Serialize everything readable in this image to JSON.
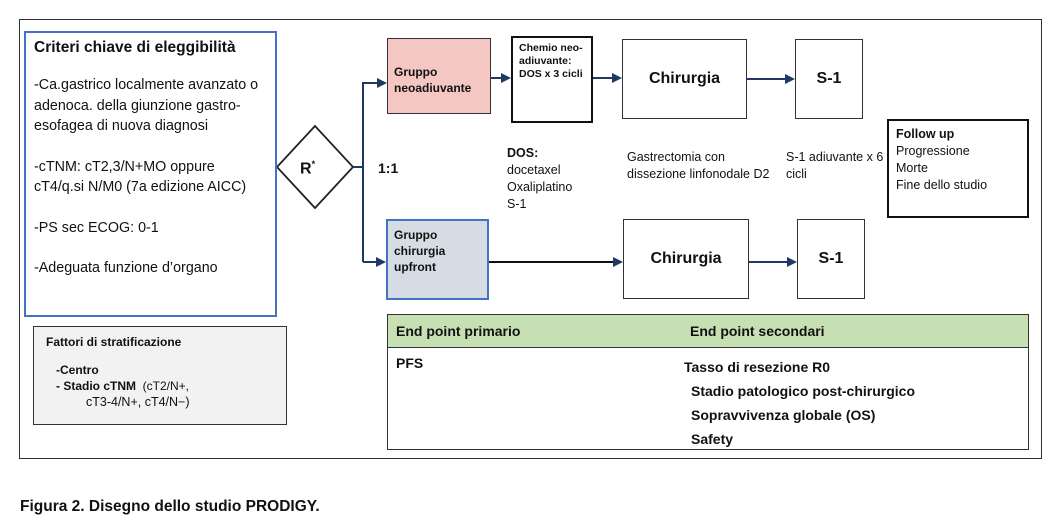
{
  "eligibility": {
    "title": "Criteri chiave di eleggibilità",
    "items": [
      "-Ca.gastrico localmente avanzato o adenoca. della giunzione gastro-esofagea di nuova diagnosi",
      "-cTNM: cT2,3/N+MO oppure cT4/q.si N/M0 (7a edizione AICC)",
      "-PS sec ECOG: 0-1",
      "-Adeguata funzione d’organo"
    ]
  },
  "stratification": {
    "title": "Fattori di stratificazione",
    "item1": "-Centro",
    "item2_label": "- Stadio cTNM",
    "item2_detail1": "(cT2/N+,",
    "item2_detail2": "cT3-4/N+, cT4/N−)"
  },
  "randomization": {
    "label": "R",
    "superscript": "*",
    "ratio": "1:1"
  },
  "arms": {
    "neo": "Gruppo neoadiuvante",
    "upfront": "Gruppo chirurgia upfront"
  },
  "chemo_box": "Chemio neo-adiuvante: DOS x 3 cicli",
  "surgery_label": "Chirurgia",
  "s1_label": "S-1",
  "dos": {
    "title": "DOS:",
    "drugs": [
      "docetaxel",
      "Oxaliplatino",
      "S-1"
    ]
  },
  "gastrectomy": "Gastrectomia con dissezione linfonodale D2",
  "s1_adjuvant": "S-1 adiuvante x 6 cicli",
  "followup": {
    "title": "Follow up",
    "items": [
      "Progressione",
      "Morte",
      "Fine dello studio"
    ]
  },
  "endpoints": {
    "primary_header": "End point primario",
    "secondary_header": "End point secondari",
    "primary": "PFS",
    "secondary": [
      "Tasso di resezione R0",
      "Stadio patologico post-chirurgico",
      "Sopravvivenza globale (OS)",
      "Safety"
    ]
  },
  "caption": "Figura 2. Disegno dello studio PRODIGY.",
  "colors": {
    "neo_fill": "#f4c7c3",
    "upfront_fill": "#d6dce4",
    "endpoint_header_fill": "#c6e0b4",
    "accent_blue": "#4472c4",
    "arrow": "#1f3864"
  }
}
